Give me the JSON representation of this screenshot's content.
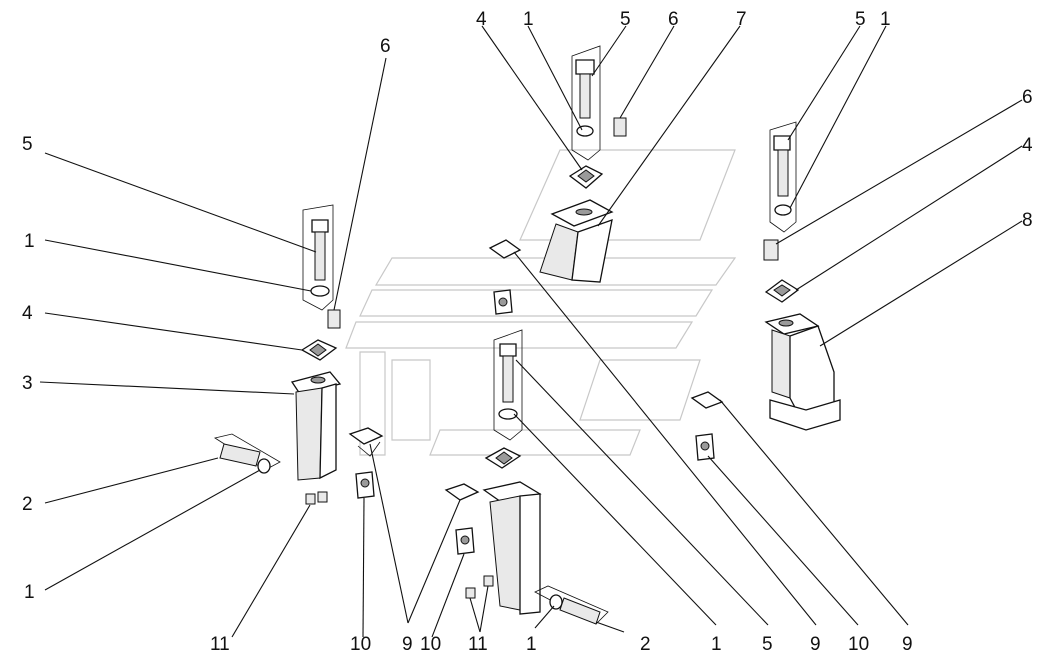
{
  "callouts": [
    {
      "id": "c-5-a",
      "text": "5"
    },
    {
      "id": "c-1-a",
      "text": "1"
    },
    {
      "id": "c-4-a",
      "text": "4"
    },
    {
      "id": "c-3",
      "text": "3"
    },
    {
      "id": "c-2-a",
      "text": "2"
    },
    {
      "id": "c-1-b",
      "text": "1"
    },
    {
      "id": "c-6-a",
      "text": "6"
    },
    {
      "id": "c-11-a",
      "text": "11"
    },
    {
      "id": "c-10-a",
      "text": "10"
    },
    {
      "id": "c-9-a",
      "text": "9"
    },
    {
      "id": "c-10-b",
      "text": "10"
    },
    {
      "id": "c-11-b",
      "text": "11"
    },
    {
      "id": "c-1-c",
      "text": "1"
    },
    {
      "id": "c-2-b",
      "text": "2"
    },
    {
      "id": "c-4-b",
      "text": "4"
    },
    {
      "id": "c-1-d",
      "text": "1"
    },
    {
      "id": "c-5-b",
      "text": "5"
    },
    {
      "id": "c-6-b",
      "text": "6"
    },
    {
      "id": "c-7",
      "text": "7"
    },
    {
      "id": "c-1-e",
      "text": "1"
    },
    {
      "id": "c-5-c",
      "text": "5"
    },
    {
      "id": "c-9-b",
      "text": "9"
    },
    {
      "id": "c-5-d",
      "text": "5"
    },
    {
      "id": "c-1-f",
      "text": "1"
    },
    {
      "id": "c-6-c",
      "text": "6"
    },
    {
      "id": "c-4-c",
      "text": "4"
    },
    {
      "id": "c-8",
      "text": "8"
    },
    {
      "id": "c-10-c",
      "text": "10"
    },
    {
      "id": "c-9-c",
      "text": "9"
    }
  ]
}
